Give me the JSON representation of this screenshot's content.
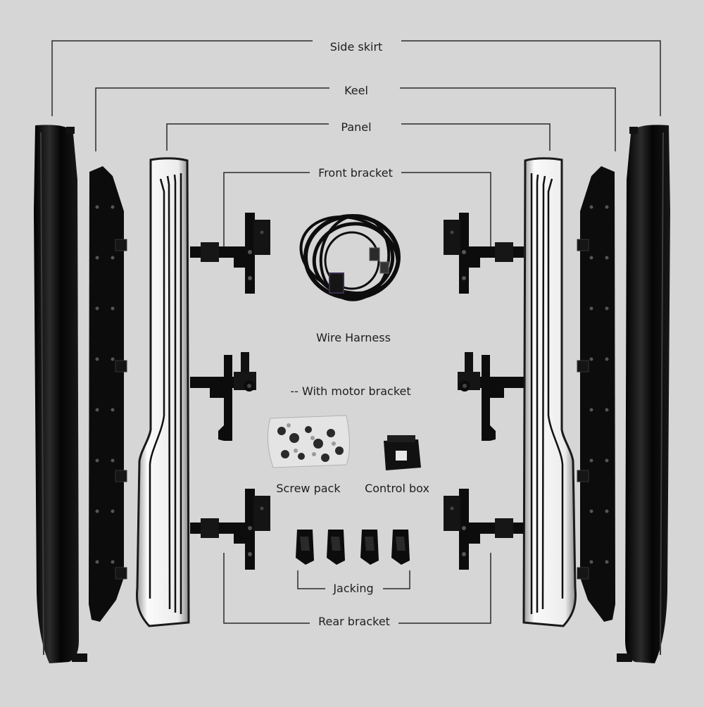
{
  "labels": {
    "side_skirt": "Side skirt",
    "keel": "Keel",
    "panel": "Panel",
    "front_bracket": "Front bracket",
    "wire_harness": "Wire Harness",
    "motor_bracket": "-- With motor bracket",
    "screw_pack": "Screw pack",
    "control_box": "Control box",
    "jacking": "Jacking",
    "rear_bracket": "Rear bracket"
  },
  "colors": {
    "background": "#d6d6d6",
    "part": "#0c0c0c",
    "line": "#2a2a2a",
    "chrome": "#f2f2f2"
  }
}
